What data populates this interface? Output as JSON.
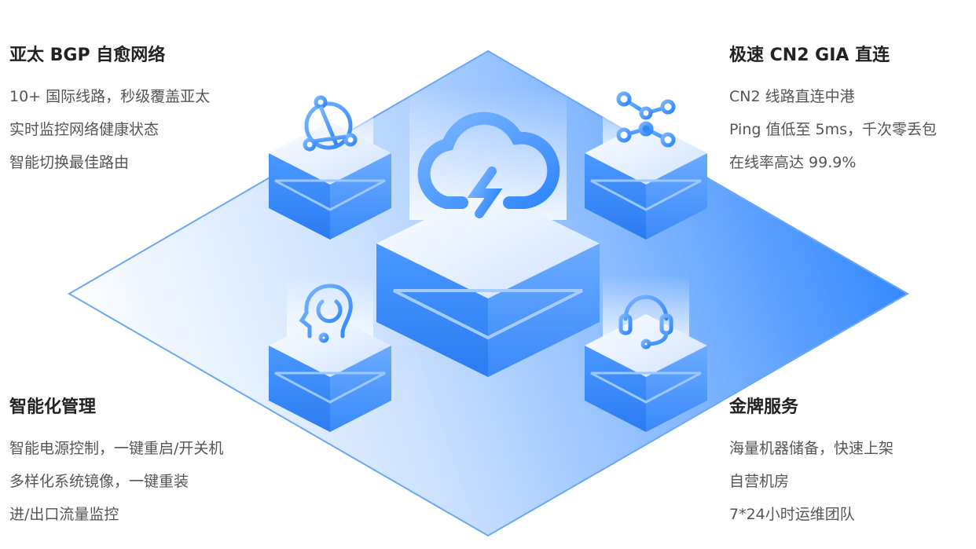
{
  "features": {
    "top_left": {
      "title": "亚太 BGP 自愈网络",
      "lines": [
        "10+ 国际线路，秒级覆盖亚太",
        "实时监控网络健康状态",
        "智能切换最佳路由"
      ]
    },
    "top_right": {
      "title": "极速 CN2 GIA 直连",
      "lines": [
        "CN2 线路直连中港",
        "Ping 值低至 5ms，千次零丢包",
        "在线率高达 99.9%"
      ]
    },
    "bottom_left": {
      "title": "智能化管理",
      "lines": [
        "智能电源控制，一键重启/开关机",
        "多样化系统镜像，一键重装",
        "进/出口流量监控"
      ]
    },
    "bottom_right": {
      "title": "金牌服务",
      "lines": [
        "海量机器储备，快速上架",
        "自营机房",
        "7*24小时运维团队"
      ]
    }
  },
  "illustration": {
    "icons": {
      "top_left": "globe-network-icon",
      "top_right": "node-graph-icon",
      "bottom_left": "head-power-icon",
      "bottom_right": "headset-icon",
      "center": "cloud-lightning-icon"
    },
    "colors": {
      "primary_blue": "#2f88ff",
      "light_blue": "#bcd8ff",
      "pale_blue": "#eaf3ff"
    }
  }
}
